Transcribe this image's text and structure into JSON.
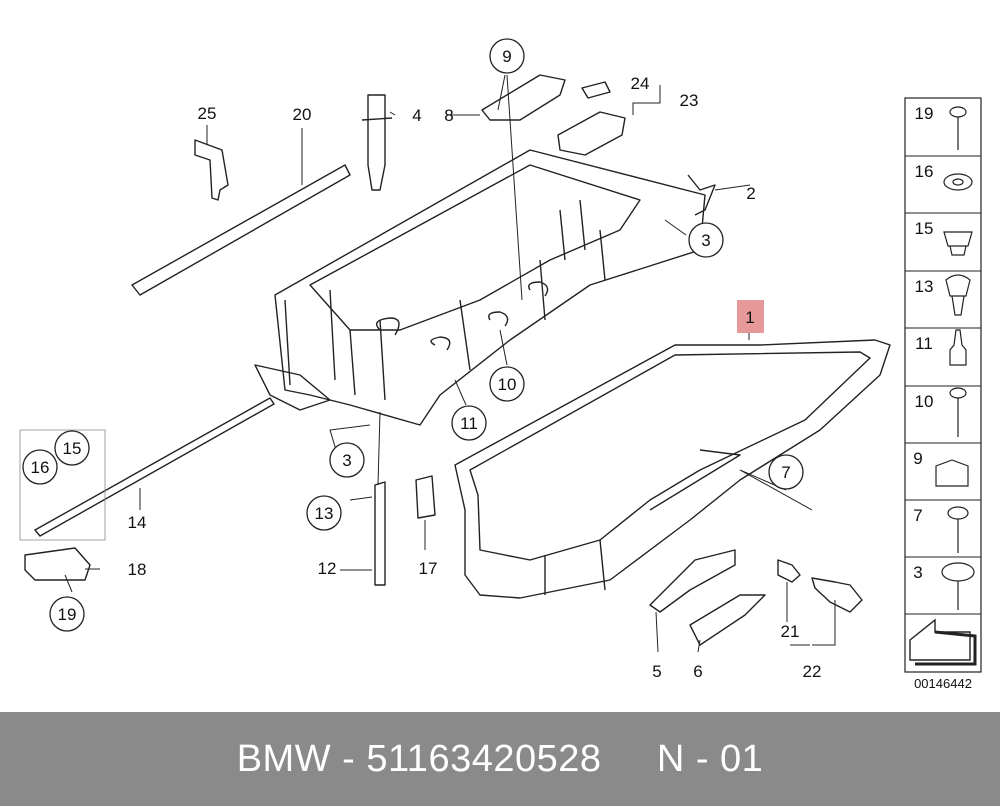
{
  "diagram": {
    "callouts": {
      "c9": "9",
      "c3a": "3",
      "c10": "10",
      "c11": "11",
      "c3b": "3",
      "c15": "15",
      "c16": "16",
      "c13": "13",
      "c19": "19",
      "c7": "7"
    },
    "labels": {
      "l25": "25",
      "l20": "20",
      "l4": "4",
      "l8": "8",
      "l24": "24",
      "l23": "23",
      "l2": "2",
      "l1": "1",
      "l14": "14",
      "l18": "18",
      "l12": "12",
      "l17": "17",
      "l5": "5",
      "l6": "6",
      "l21": "21",
      "l22": "22"
    },
    "legend": [
      "19",
      "16",
      "15",
      "13",
      "11",
      "10",
      "9",
      "7",
      "3"
    ],
    "reference_number": "00146442"
  },
  "footer": {
    "brand": "BMW",
    "part_number": "51163420528",
    "page": "N - 01"
  },
  "colors": {
    "footer_bg": "#8a8a8a",
    "highlight": "#e7999a",
    "line": "#222222"
  }
}
